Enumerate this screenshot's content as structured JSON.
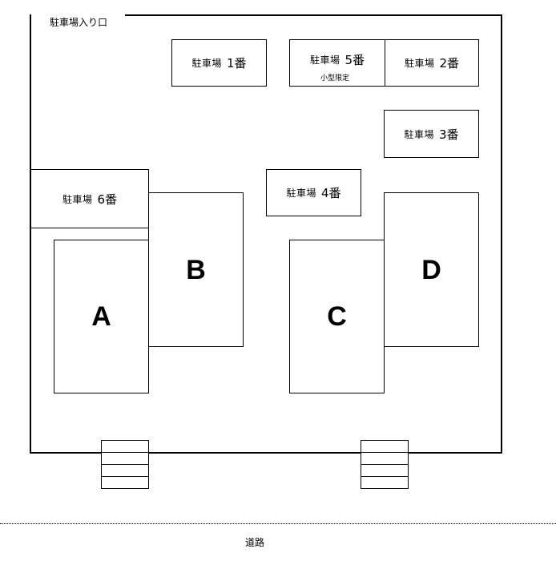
{
  "entrance_label": "駐車場入り口",
  "parking_label": "駐車場",
  "lots": {
    "lot1": {
      "number": "1番"
    },
    "lot2": {
      "number": "2番"
    },
    "lot3": {
      "number": "3番"
    },
    "lot4": {
      "number": "4番"
    },
    "lot5": {
      "number": "5番",
      "note": "小型限定"
    },
    "lot6": {
      "number": "6番"
    }
  },
  "buildings": {
    "a": "A",
    "b": "B",
    "c": "C",
    "d": "D"
  },
  "road_label": "道路"
}
